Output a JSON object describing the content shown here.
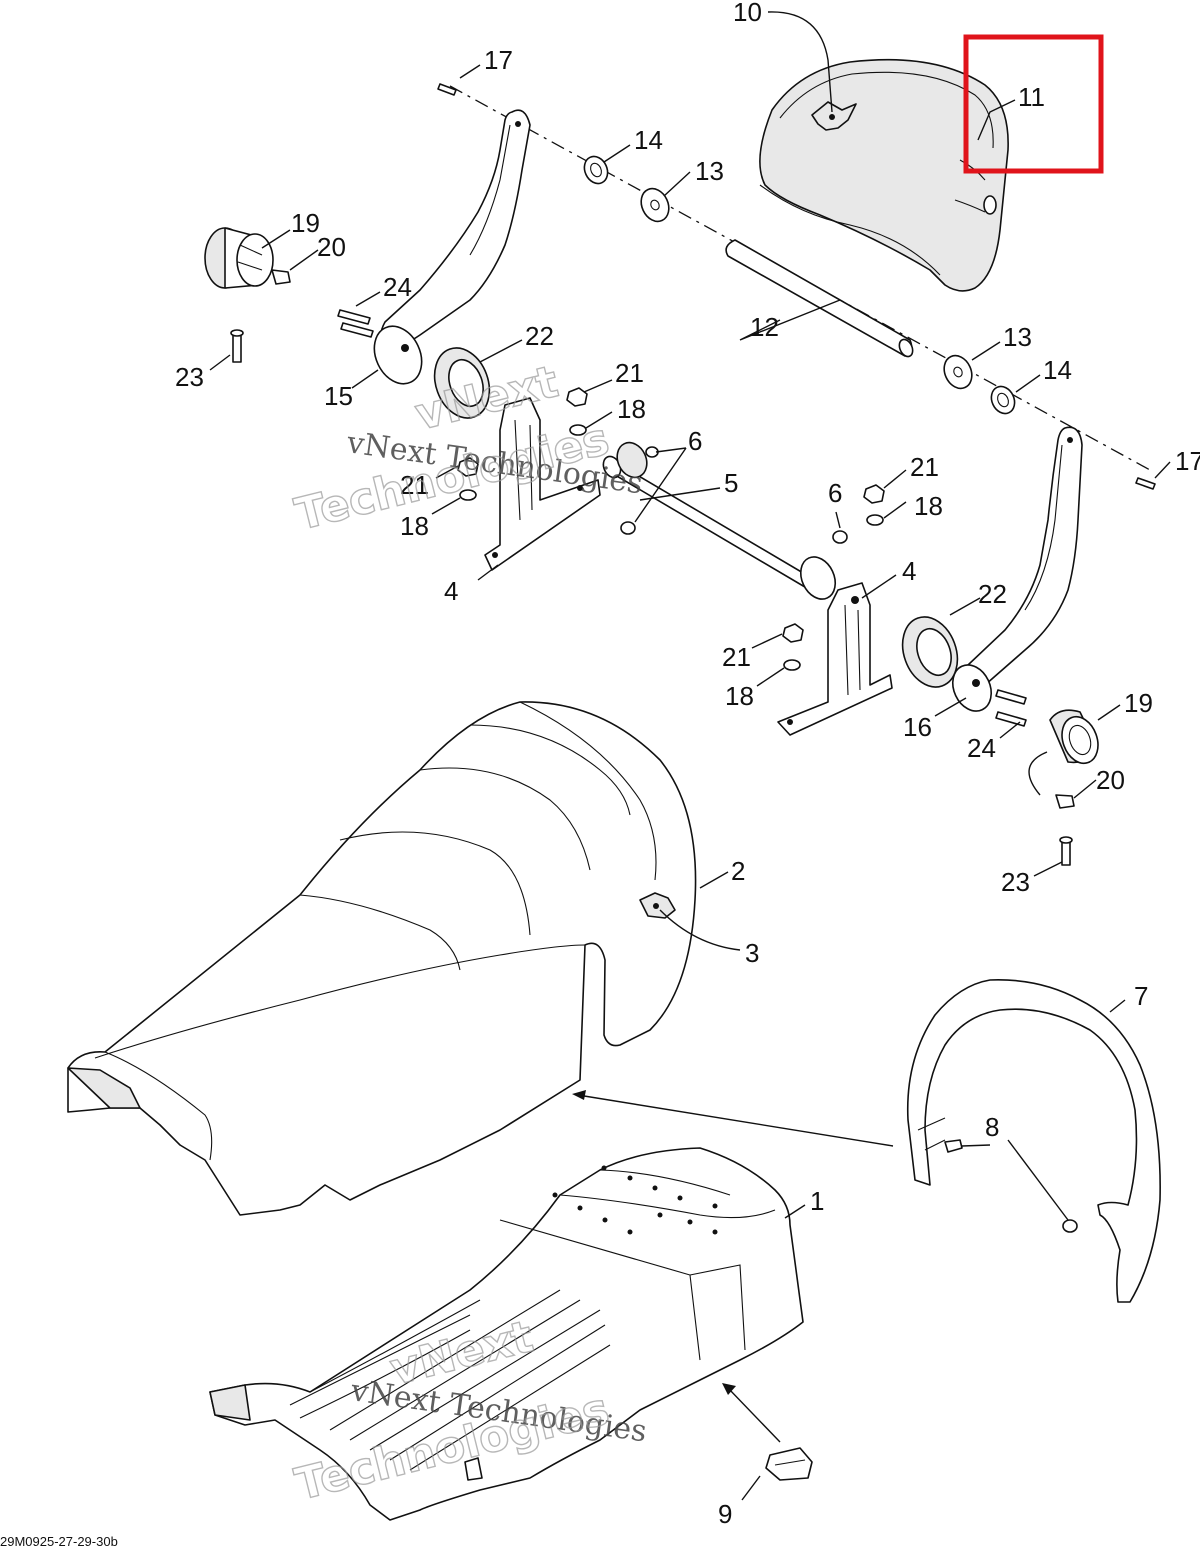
{
  "figure_code": "29M0925-27-29-30b",
  "watermark": {
    "line1": "vNext Technologies",
    "line2": "Technologies",
    "line3": "vNext"
  },
  "highlight": {
    "color": "#e0141b",
    "callout": "11"
  },
  "callouts": [
    {
      "id": "c10",
      "text": "10"
    },
    {
      "id": "c11",
      "text": "11"
    },
    {
      "id": "c17a",
      "text": "17"
    },
    {
      "id": "c14a",
      "text": "14"
    },
    {
      "id": "c13a",
      "text": "13"
    },
    {
      "id": "c19a",
      "text": "19"
    },
    {
      "id": "c20a",
      "text": "20"
    },
    {
      "id": "c24a",
      "text": "24"
    },
    {
      "id": "c22a",
      "text": "22"
    },
    {
      "id": "c23a",
      "text": "23"
    },
    {
      "id": "c15",
      "text": "15"
    },
    {
      "id": "c12",
      "text": "12"
    },
    {
      "id": "c13b",
      "text": "13"
    },
    {
      "id": "c14b",
      "text": "14"
    },
    {
      "id": "c17b",
      "text": "17"
    },
    {
      "id": "c21a",
      "text": "21"
    },
    {
      "id": "c18a",
      "text": "18"
    },
    {
      "id": "c6a",
      "text": "6"
    },
    {
      "id": "c5",
      "text": "5"
    },
    {
      "id": "c21b",
      "text": "21"
    },
    {
      "id": "c18b",
      "text": "18"
    },
    {
      "id": "c4a",
      "text": "4"
    },
    {
      "id": "c21c",
      "text": "21"
    },
    {
      "id": "c18c",
      "text": "18"
    },
    {
      "id": "c6b",
      "text": "6"
    },
    {
      "id": "c4b",
      "text": "4"
    },
    {
      "id": "c22b",
      "text": "22"
    },
    {
      "id": "c21d",
      "text": "21"
    },
    {
      "id": "c18d",
      "text": "18"
    },
    {
      "id": "c16",
      "text": "16"
    },
    {
      "id": "c24b",
      "text": "24"
    },
    {
      "id": "c19b",
      "text": "19"
    },
    {
      "id": "c20b",
      "text": "20"
    },
    {
      "id": "c23b",
      "text": "23"
    },
    {
      "id": "c2",
      "text": "2"
    },
    {
      "id": "c3",
      "text": "3"
    },
    {
      "id": "c7",
      "text": "7"
    },
    {
      "id": "c8",
      "text": "8"
    },
    {
      "id": "c1",
      "text": "1"
    },
    {
      "id": "c9",
      "text": "9"
    }
  ]
}
